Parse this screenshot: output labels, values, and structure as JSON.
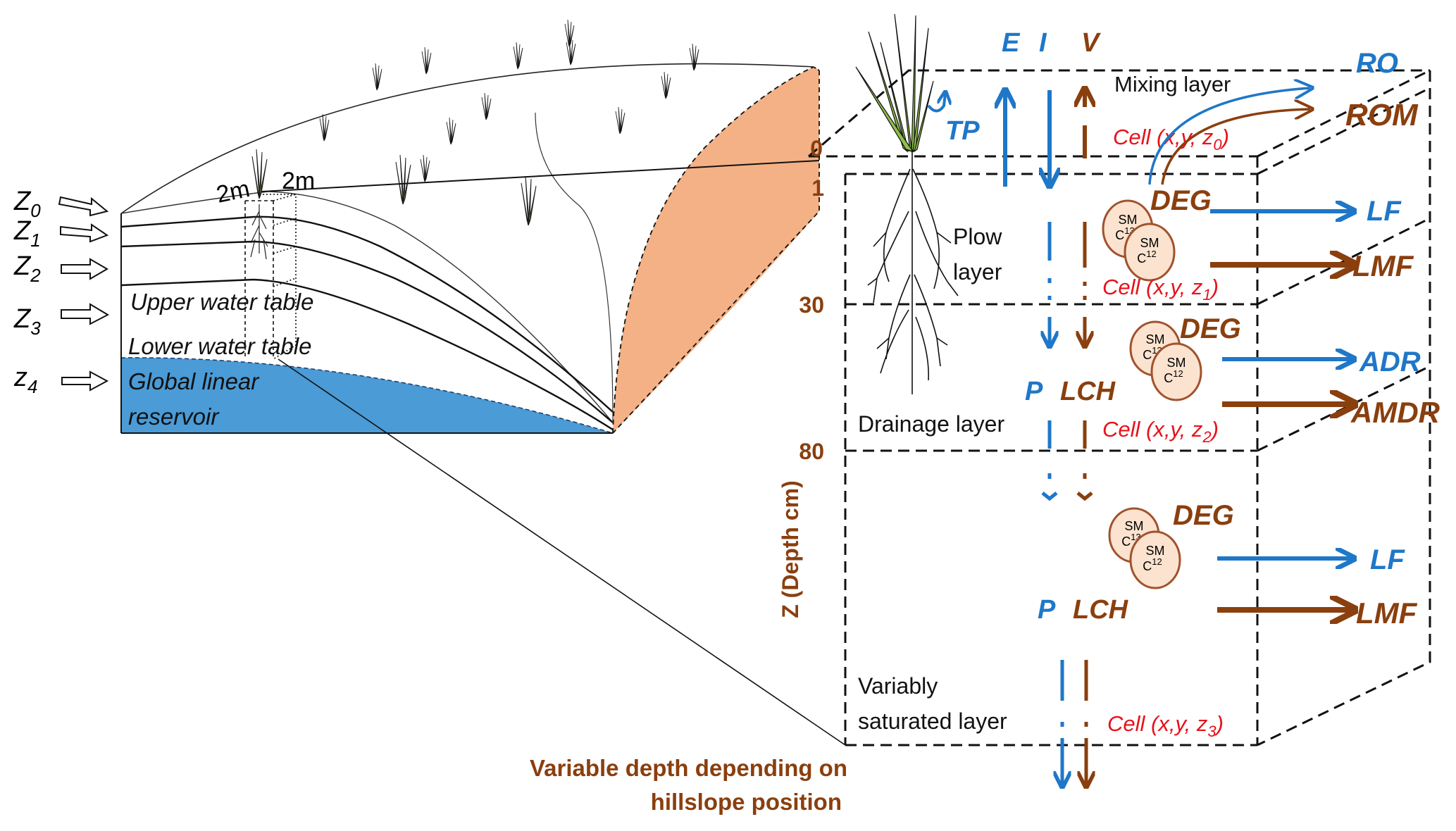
{
  "colors": {
    "water_flux": "#1f77c8",
    "pesticide_flux": "#8a3f0e",
    "cell_label": "#e8111a",
    "reservoir": "#4a9bd6",
    "soil_section": "#f3b185",
    "grass": "#8fbf4a",
    "sm_circle_fill": "#fbe3cf",
    "sm_circle_stroke": "#a0522d"
  },
  "hillslope": {
    "depth_labels": [
      {
        "main": "Z",
        "sub": "0"
      },
      {
        "main": "Z",
        "sub": "1"
      },
      {
        "main": "Z",
        "sub": "2"
      },
      {
        "main": "Z",
        "sub": "3"
      },
      {
        "main": "z",
        "sub": "4"
      }
    ],
    "cell_size_labels": [
      "2m",
      "2m"
    ],
    "upper_water_table": "Upper water table",
    "lower_water_table": "Lower water table",
    "reservoir_line1": "Global linear",
    "reservoir_line2": "reservoir"
  },
  "column": {
    "axis_label": "Z (Depth cm)",
    "depth_ticks": [
      "0",
      "1",
      "30",
      "80"
    ],
    "top_fluxes": {
      "E": "E",
      "I": "I",
      "V": "V",
      "TP": "TP"
    },
    "layers": [
      {
        "name": "Mixing layer",
        "cell": "Cell (x,y, z",
        "cell_sub": "0",
        "cell_end": ")"
      },
      {
        "name_line1": "Plow",
        "name_line2": "layer",
        "cell": "Cell (x,y, z",
        "cell_sub": "1",
        "cell_end": ")"
      },
      {
        "name": "Drainage layer",
        "cell": "Cell (x,y, z",
        "cell_sub": "2",
        "cell_end": ")"
      },
      {
        "name_line1": "Variably",
        "name_line2": "saturated layer",
        "cell": "Cell (x,y, z",
        "cell_sub": "3",
        "cell_end": ")"
      }
    ],
    "surface_outputs": {
      "RO": "RO",
      "ROM": "ROM"
    },
    "degradation_label": "DEG",
    "sm_c13": {
      "top": "SM",
      "bottom": "C",
      "sup": "13"
    },
    "sm_c12": {
      "top": "SM",
      "bottom": "C",
      "sup": "12"
    },
    "plow_outputs": {
      "water": "LF",
      "pesticide": "LMF"
    },
    "drainage_outputs": {
      "water": "ADR",
      "pesticide": "AMDR"
    },
    "drainage_internal": {
      "water": "P",
      "pesticide": "LCH"
    },
    "saturated_outputs": {
      "water": "LF",
      "pesticide": "LMF"
    },
    "saturated_internal": {
      "water": "P",
      "pesticide": "LCH"
    }
  },
  "caption": {
    "line1": "Variable depth depending on",
    "line2": "hillslope position"
  }
}
